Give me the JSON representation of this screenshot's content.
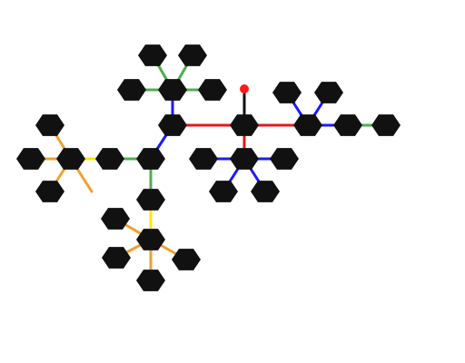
{
  "colors": {
    "background": "#ffffff",
    "node_fill": "#111111",
    "marker": "#ff1a1a"
  },
  "graph": {
    "nodes": [
      {
        "id": "A1",
        "kind": "hexagon"
      },
      {
        "id": "A2",
        "kind": "hexagon"
      },
      {
        "id": "A3",
        "kind": "hexagon"
      },
      {
        "id": "A4",
        "kind": "hexagon"
      },
      {
        "id": "A5",
        "kind": "hexagon"
      },
      {
        "id": "A6",
        "kind": "hexagon"
      },
      {
        "id": "B1",
        "kind": "hexagon"
      },
      {
        "id": "B2",
        "kind": "hexagon"
      },
      {
        "id": "B3",
        "kind": "hexagon"
      },
      {
        "id": "B4",
        "kind": "hexagon"
      },
      {
        "id": "B5",
        "kind": "hexagon"
      },
      {
        "id": "B6",
        "kind": "hexagon"
      },
      {
        "id": "B7",
        "kind": "hexagon"
      },
      {
        "id": "B8",
        "kind": "hexagon"
      },
      {
        "id": "C1",
        "kind": "hexagon"
      },
      {
        "id": "C2",
        "kind": "hexagon"
      },
      {
        "id": "C3",
        "kind": "hexagon"
      },
      {
        "id": "C4",
        "kind": "hexagon"
      },
      {
        "id": "C5",
        "kind": "hexagon"
      },
      {
        "id": "C6",
        "kind": "hexagon"
      },
      {
        "id": "D1",
        "kind": "hexagon"
      },
      {
        "id": "D2",
        "kind": "hexagon"
      },
      {
        "id": "D3",
        "kind": "hexagon"
      },
      {
        "id": "D4",
        "kind": "hexagon"
      },
      {
        "id": "D5",
        "kind": "hexagon"
      },
      {
        "id": "E1",
        "kind": "hexagon"
      },
      {
        "id": "E2",
        "kind": "hexagon"
      },
      {
        "id": "E3",
        "kind": "hexagon"
      },
      {
        "id": "E4",
        "kind": "hexagon"
      },
      {
        "id": "E5",
        "kind": "hexagon"
      },
      {
        "id": "E6",
        "kind": "hexagon"
      },
      {
        "id": "M",
        "kind": "dot"
      }
    ],
    "edges": [
      {
        "from": "A2",
        "to": "A1",
        "color": "#4caf50"
      },
      {
        "from": "A3",
        "to": "A1",
        "color": "#4caf50"
      },
      {
        "from": "A4",
        "to": "A1",
        "color": "#4caf50"
      },
      {
        "from": "A5",
        "to": "A1",
        "color": "#4caf50"
      },
      {
        "from": "A1",
        "to": "A6",
        "color": "#1a1aff"
      },
      {
        "from": "A6",
        "to": "B1",
        "color": "#e0191b"
      },
      {
        "from": "A6",
        "to": "C1",
        "color": "#1a1aff"
      },
      {
        "from": "B1",
        "to": "M",
        "color": "#111111"
      },
      {
        "from": "B1",
        "to": "B2",
        "color": "#e0191b"
      },
      {
        "from": "B1",
        "to": "D1",
        "color": "#e0191b"
      },
      {
        "from": "B2",
        "to": "B3",
        "color": "#1a1aff"
      },
      {
        "from": "B2",
        "to": "B4",
        "color": "#1a1aff"
      },
      {
        "from": "B2",
        "to": "B5",
        "color": "#1a1aff"
      },
      {
        "from": "B5",
        "to": "B6",
        "color": "#4caf50"
      },
      {
        "from": "D1",
        "to": "D2",
        "color": "#1a1aff"
      },
      {
        "from": "D1",
        "to": "D3",
        "color": "#1a1aff"
      },
      {
        "from": "D1",
        "to": "D4",
        "color": "#1a1aff"
      },
      {
        "from": "D1",
        "to": "D5",
        "color": "#1a1aff"
      },
      {
        "from": "C1",
        "to": "C2",
        "color": "#4caf50"
      },
      {
        "from": "C2",
        "to": "C3",
        "color": "#ffe600"
      },
      {
        "from": "C3",
        "to": "C4",
        "color": "#f0a030"
      },
      {
        "from": "C3",
        "to": "C5",
        "color": "#f0a030"
      },
      {
        "from": "C3",
        "to": "C6",
        "color": "#f0a030"
      },
      {
        "from": "C3",
        "to": "C7",
        "color": "#f0a030"
      },
      {
        "from": "C1",
        "to": "E1",
        "color": "#4caf50"
      },
      {
        "from": "E1",
        "to": "E2",
        "color": "#ffe600"
      },
      {
        "from": "E2",
        "to": "E3",
        "color": "#f0a030"
      },
      {
        "from": "E2",
        "to": "E4",
        "color": "#f0a030"
      },
      {
        "from": "E2",
        "to": "E5",
        "color": "#f0a030"
      },
      {
        "from": "E2",
        "to": "E6",
        "color": "#f0a030"
      }
    ]
  }
}
